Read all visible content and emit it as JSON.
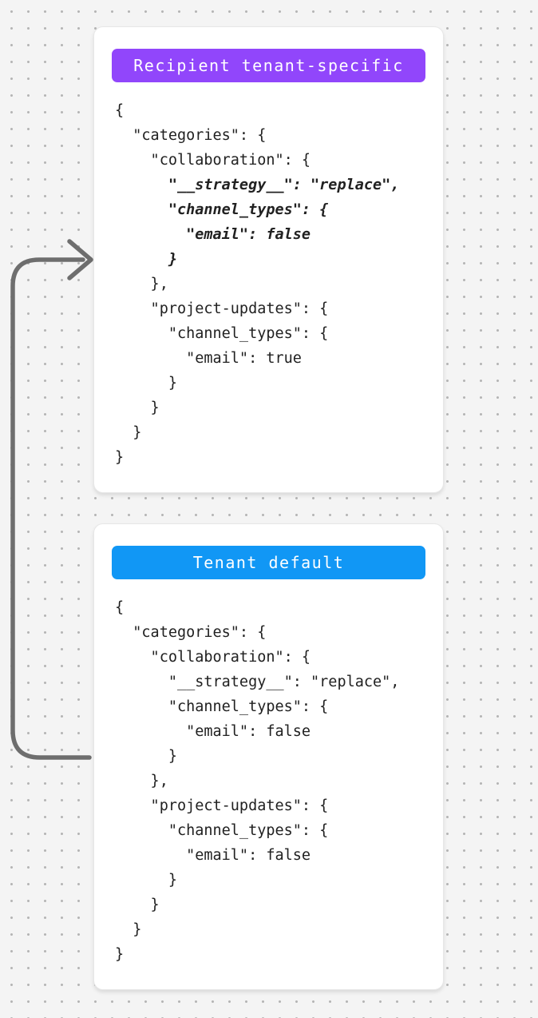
{
  "canvas": {
    "background": "#f4f4f4",
    "dot_color": "#b5b5b5",
    "arrow_color": "#6e6e6e"
  },
  "cards": [
    {
      "header": {
        "label": "Recipient tenant-specific",
        "bg": "#9146fb"
      },
      "code_lines": [
        {
          "text": "{",
          "emphasis": false
        },
        {
          "text": "  \"categories\": {",
          "emphasis": false
        },
        {
          "text": "    \"collaboration\": {",
          "emphasis": false
        },
        {
          "text": "      \"__strategy__\": \"replace\",",
          "emphasis": true
        },
        {
          "text": "      \"channel_types\": {",
          "emphasis": true
        },
        {
          "text": "        \"email\": false",
          "emphasis": true
        },
        {
          "text": "      }",
          "emphasis": true
        },
        {
          "text": "    },",
          "emphasis": false
        },
        {
          "text": "    \"project-updates\": {",
          "emphasis": false
        },
        {
          "text": "      \"channel_types\": {",
          "emphasis": false
        },
        {
          "text": "        \"email\": true",
          "emphasis": false
        },
        {
          "text": "      }",
          "emphasis": false
        },
        {
          "text": "    }",
          "emphasis": false
        },
        {
          "text": "  }",
          "emphasis": false
        },
        {
          "text": "}",
          "emphasis": false
        }
      ]
    },
    {
      "header": {
        "label": "Tenant default",
        "bg": "#1197f5"
      },
      "code_lines": [
        {
          "text": "{",
          "emphasis": false
        },
        {
          "text": "  \"categories\": {",
          "emphasis": false
        },
        {
          "text": "    \"collaboration\": {",
          "emphasis": false
        },
        {
          "text": "      \"__strategy__\": \"replace\",",
          "emphasis": false
        },
        {
          "text": "      \"channel_types\": {",
          "emphasis": false
        },
        {
          "text": "        \"email\": false",
          "emphasis": false
        },
        {
          "text": "      }",
          "emphasis": false
        },
        {
          "text": "    },",
          "emphasis": false
        },
        {
          "text": "    \"project-updates\": {",
          "emphasis": false
        },
        {
          "text": "      \"channel_types\": {",
          "emphasis": false
        },
        {
          "text": "        \"email\": false",
          "emphasis": false
        },
        {
          "text": "      }",
          "emphasis": false
        },
        {
          "text": "    }",
          "emphasis": false
        },
        {
          "text": "  }",
          "emphasis": false
        },
        {
          "text": "}",
          "emphasis": false
        }
      ]
    }
  ]
}
